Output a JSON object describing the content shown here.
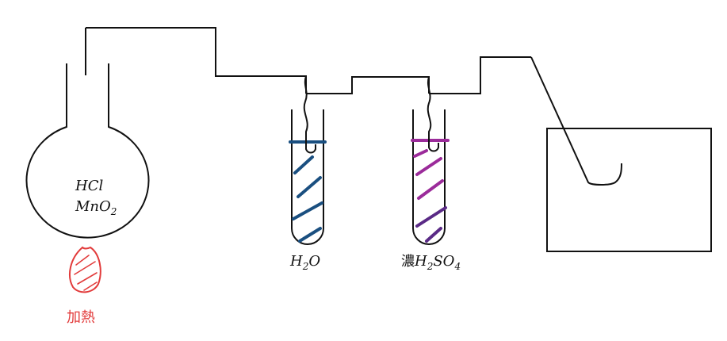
{
  "flask": {
    "reagent_1": "HCl",
    "reagent_2_main": "MnO",
    "reagent_2_sub": "2"
  },
  "tube1": {
    "label_h": "H",
    "label_sub": "2",
    "label_o": "O",
    "stripe_color": "#1a4f80"
  },
  "tube2": {
    "label_prefix": "濃",
    "label_h": "H",
    "label_h_sub": "2",
    "label_so": "SO",
    "label_so_sub": "4",
    "stripe_color": "#9b2b9a",
    "stripe_color_dark": "#5a2a86"
  },
  "heat": {
    "label": "加熱",
    "color": "#e23b3b"
  }
}
